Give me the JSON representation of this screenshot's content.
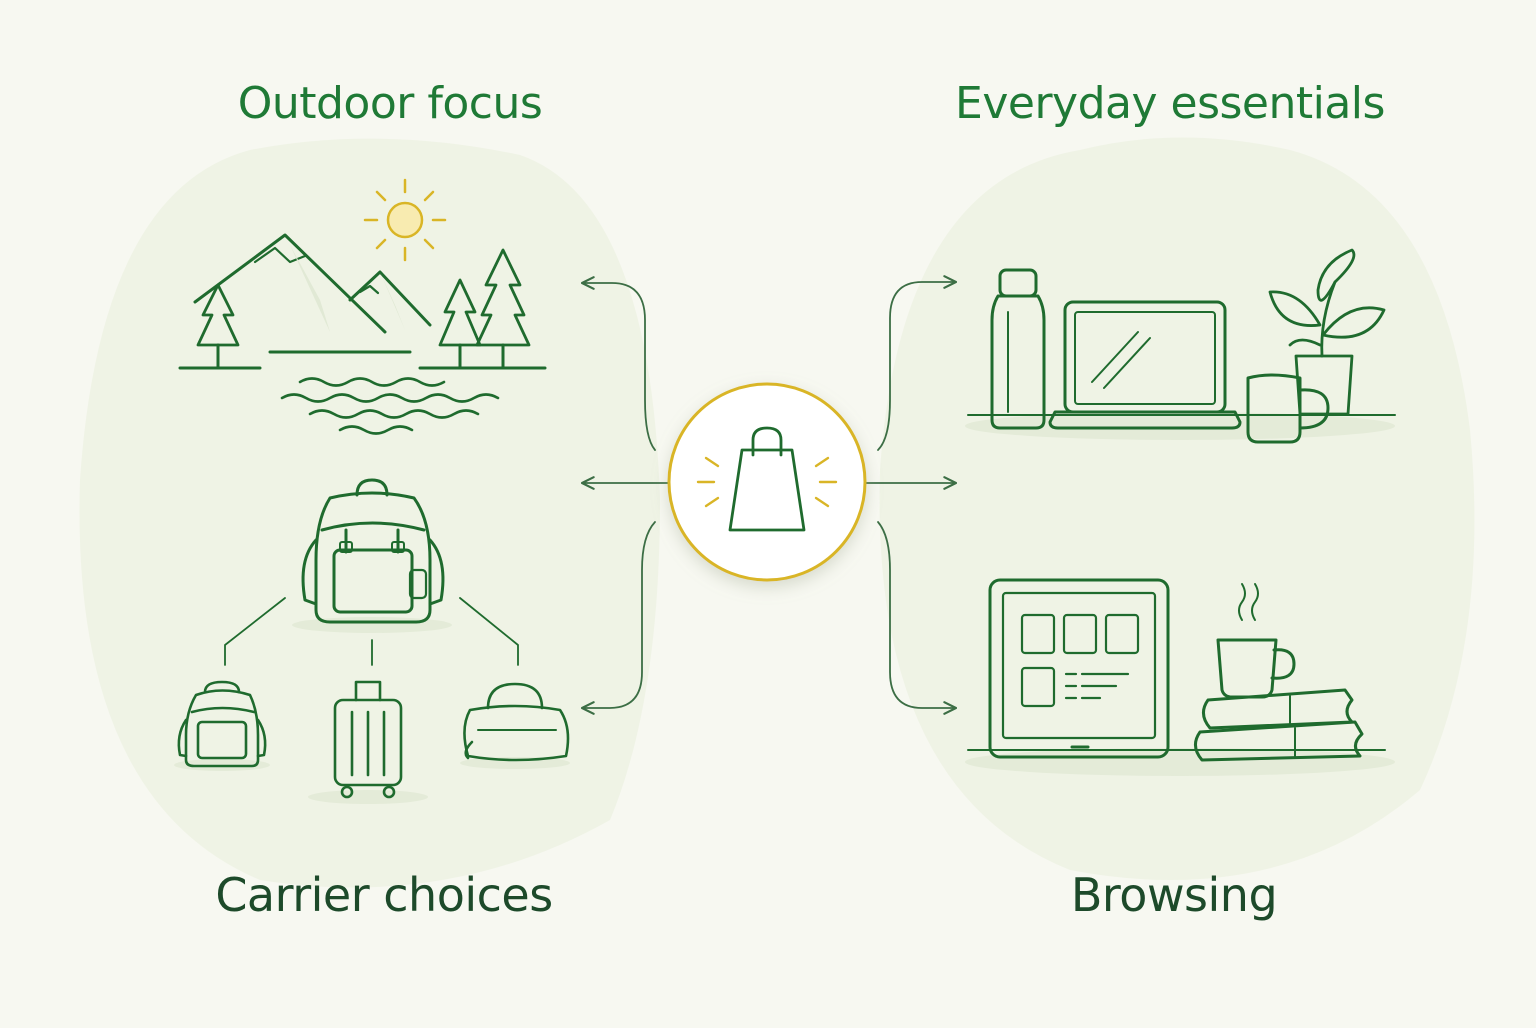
{
  "labels": {
    "outdoor": "Outdoor focus",
    "everyday": "Everyday essentials",
    "carrier": "Carrier choices",
    "browsing": "Browsing"
  },
  "colors": {
    "background": "#f7f8f1",
    "blob": "#edf2e3",
    "line": "#1f6b2e",
    "arrow": "#3c6e45",
    "accent_gold": "#d9b526",
    "sun_fill": "#f8ebb0",
    "heading_green": "#1f7a36",
    "heading_dark": "#1d4a2a"
  },
  "icons": {
    "center": "shopping-bag-icon",
    "outdoor": [
      "sun-icon",
      "mountains-icon",
      "pine-tree-icon",
      "water-waves-icon"
    ],
    "carrier": [
      "backpack-icon",
      "small-backpack-icon",
      "rolling-suitcase-icon",
      "duffel-bag-icon"
    ],
    "everyday": [
      "water-bottle-icon",
      "laptop-icon",
      "mug-icon",
      "potted-plant-icon"
    ],
    "browsing": [
      "tablet-icon",
      "coffee-cup-icon",
      "book-stack-icon"
    ]
  }
}
